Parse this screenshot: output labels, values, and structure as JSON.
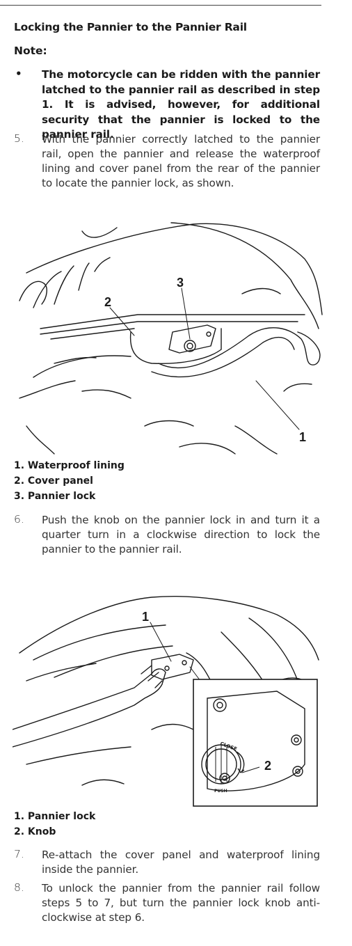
{
  "heading": "Locking the Pannier to the Pannier Rail",
  "note_label": "Note:",
  "bullet": {
    "mark": "•",
    "text": "The motorcycle can be ridden with the pannier latched to the pannier rail as described in step 1. It is advised, however, for additional security that the pannier is locked to the pannier rail."
  },
  "steps": [
    {
      "num": "5.",
      "text": "With the pannier correctly latched to the pannier rail, open the pannier and release the waterproof lining and cover panel from the rear of the pannier to locate the pannier lock, as shown."
    },
    {
      "num": "6.",
      "text": "Push the knob on the pannier lock in and turn it a quarter turn in a clockwise direction to lock the pannier to the pannier rail."
    },
    {
      "num": "7.",
      "text": "Re-attach the cover panel and waterproof lining inside the pannier."
    },
    {
      "num": "8.",
      "text": "To unlock the pannier from the pannier rail follow steps 5 to 7, but turn the pannier lock knob anti-clockwise at step 6."
    }
  ],
  "figure1": {
    "callouts": [
      "1",
      "2",
      "3"
    ],
    "caption": [
      "1. Waterproof lining",
      "2. Cover panel",
      "3. Pannier lock"
    ]
  },
  "figure2": {
    "callouts": [
      "1",
      "2"
    ],
    "inset_labels": [
      "CLOSE",
      "PUSH"
    ],
    "caption": [
      "1. Pannier lock",
      "2. Knob"
    ]
  }
}
